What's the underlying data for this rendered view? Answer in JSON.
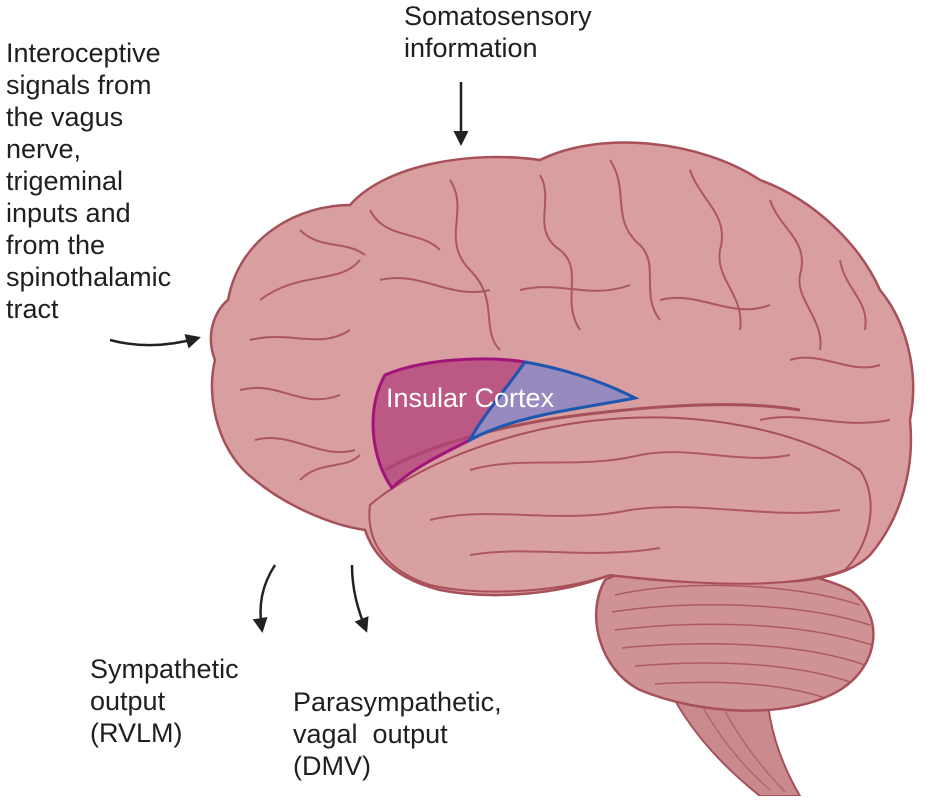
{
  "labels": {
    "somatosensory": [
      "Somatosensory",
      "information"
    ],
    "interoceptive": [
      "Interoceptive",
      "signals from",
      "the vagus",
      "nerve,",
      "trigeminal",
      "inputs and",
      "from the",
      "spinothalamic",
      "tract"
    ],
    "sympathetic": [
      "Sympathetic",
      "output",
      "(RVLM)"
    ],
    "parasympathetic": [
      "Parasympathetic,",
      "vagal  output",
      "(DMV)"
    ],
    "insula": "Insular Cortex"
  },
  "colors": {
    "brain_fill": "#d99ea0",
    "brain_outline": "#a8505a",
    "brain_stem": "#c98a8e",
    "insula_anterior": "#b0407a",
    "insula_anterior_outline": "#a0157a",
    "insula_posterior": "#8a86c4",
    "insula_posterior_outline": "#1f56b0",
    "arrow": "#222222"
  }
}
